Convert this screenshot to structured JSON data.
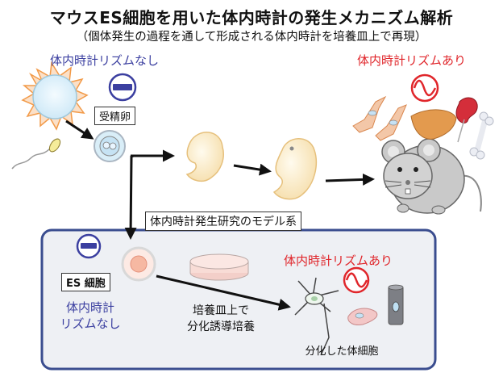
{
  "title": "マウスES細胞を用いた体内時計の発生メカニズム解析",
  "subtitle": "（個体発生の過程を通して形成される体内時計を培養皿上で再現）",
  "in_vivo": {
    "no_rhythm_label": "体内時計リズムなし",
    "fertilized_egg_label": "受精卵",
    "rhythm_label": "体内時計リズムあり"
  },
  "model_system": {
    "title": "体内時計発生研究のモデル系",
    "es_cell_label": "ES 細胞",
    "no_rhythm_label_line1": "体内時計",
    "no_rhythm_label_line2": "リズムなし",
    "culture_label_line1": "培養皿上で",
    "culture_label_line2": "分化誘導培養",
    "rhythm_label": "体内時計リズムあり",
    "differentiated_cells_label": "分化した体細胞"
  },
  "colors": {
    "no_rhythm": "#3b3fa0",
    "rhythm": "#e0262b",
    "panel_border": "#3a4d8f",
    "panel_fill": "#eef0f4"
  },
  "icons": [
    "minus-circle-icon",
    "sine-wave-icon"
  ]
}
